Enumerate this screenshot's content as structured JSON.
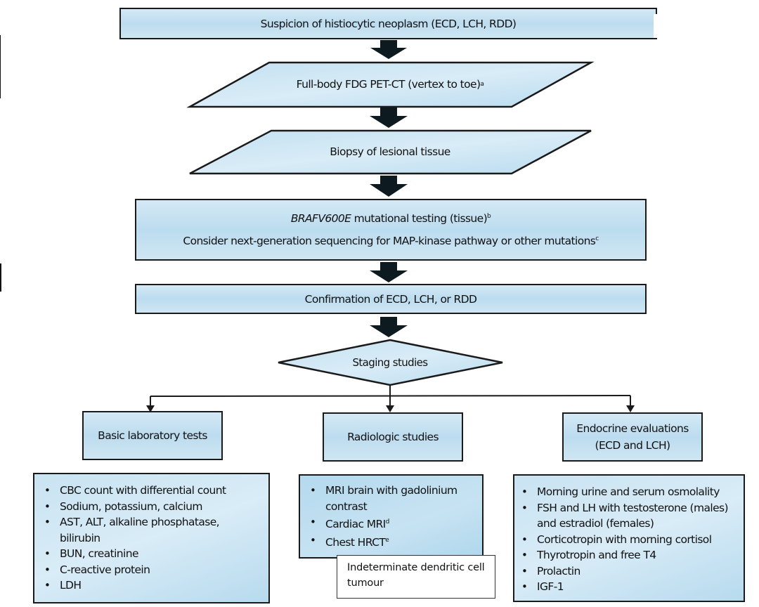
{
  "flowchart": {
    "suspicion": "Suspicion of histiocytic neoplasm (ECD, LCH, RDD)",
    "pet_ct": {
      "text": "Full-body FDG PET-CT (vertex to toe)",
      "footnote": "a"
    },
    "biopsy": "Biopsy of lesional tissue",
    "braf": {
      "gene": "BRAFV600E",
      "text": " mutational testing (tissue)",
      "footnote": "b",
      "ngs_text": "Consider next-generation sequencing for MAP-kinase pathway or other mutations",
      "ngs_footnote": "c"
    },
    "confirmation": "Confirmation of ECD, LCH, or RDD",
    "staging": "Staging studies",
    "branches": [
      {
        "title": "Basic laboratory tests",
        "items": [
          "CBC count with differential count",
          "Sodium, potassium, calcium",
          "AST, ALT, alkaline phosphatase, bilirubin",
          "BUN, creatinine",
          "C-reactive protein",
          "LDH"
        ]
      },
      {
        "title": "Radiologic studies",
        "items": [
          {
            "text": "MRI brain with gadolinium contrast",
            "footnote": ""
          },
          {
            "text": "Cardiac MRI",
            "footnote": "d"
          },
          {
            "text": "Chest HRCT",
            "footnote": "e"
          }
        ]
      },
      {
        "title": "Endocrine evaluations",
        "subtitle": "(ECD and LCH)",
        "items": [
          "Morning urine and serum osmolality",
          "FSH and LH with testosterone (males) and estradiol (females)",
          "Corticotropin with morning cortisol",
          "Thyrotropin and free T4",
          "Prolactin",
          "IGF-1"
        ]
      }
    ],
    "note": "Indeterminate dendritic cell tumour"
  },
  "colors": {
    "box_fill": "#c6e2f2",
    "border": "#1a1a1a",
    "arrow": "#0d1a1f"
  }
}
